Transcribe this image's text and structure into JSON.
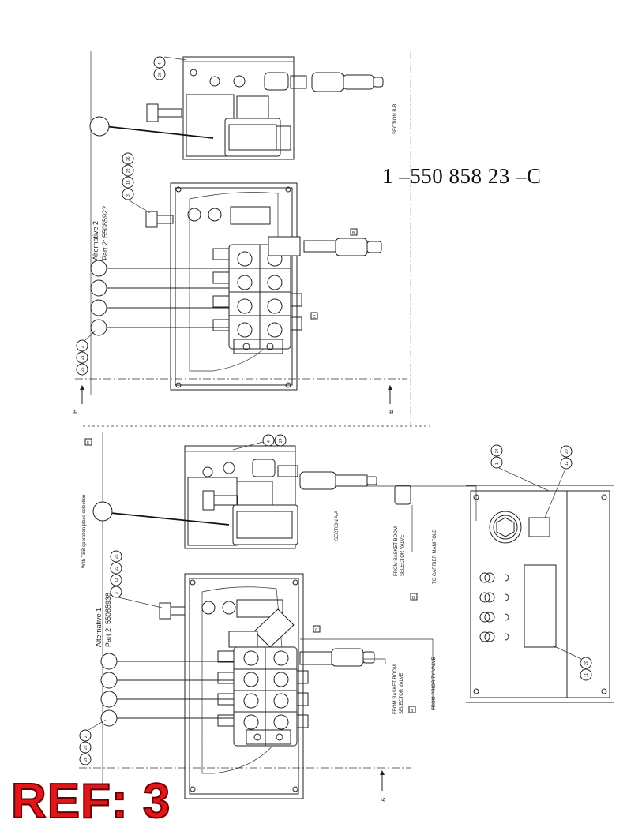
{
  "part_number": "1 –550 858 23 –C",
  "ref_badge": "REF: 3",
  "top_assembly": {
    "title_line1": "Alternative 2",
    "title_line2": "Part 2: 5508592?",
    "section_label": "SECTION B-B",
    "section_marker_left": "B",
    "section_marker_right": "B",
    "balloons_upper": [
      "3",
      "13",
      "22",
      "26"
    ],
    "balloons_lever": [
      "26",
      "21",
      "2"
    ],
    "balloons_top": [
      "26",
      "4"
    ],
    "box_label_1": "B",
    "box_label_2": "C"
  },
  "bottom_assembly": {
    "title_line1": "Alternative 1",
    "title_line2": "Part 2: 55085938",
    "note": "With TBB operation place selection",
    "note_box": "E",
    "section_label": "SECTION A-A",
    "section_marker_bottom": "A",
    "balloons_upper": [
      "3",
      "13",
      "22",
      "26"
    ],
    "balloons_lever": [
      "26",
      "22",
      "2"
    ],
    "balloons_top": [
      "4",
      "24"
    ],
    "label_from_basket_1": "FROM BASKET BOOM",
    "label_selector_1": "SELECTOR VALVE",
    "label_from_basket_2": "FROM BASKET BOOM",
    "label_selector_2": "SELECTOR VALVE",
    "label_to_carrier": "TO CARRIER MANIFOLD",
    "label_from_priority": "FROM PRIORITY VALVE",
    "box_b": "B",
    "box_b2": "B",
    "box_c": "C"
  },
  "control_box": {
    "balloons_a": [
      "1",
      "24"
    ],
    "balloons_b": [
      "12",
      "20"
    ],
    "balloons_c": [
      "11",
      "20"
    ]
  }
}
